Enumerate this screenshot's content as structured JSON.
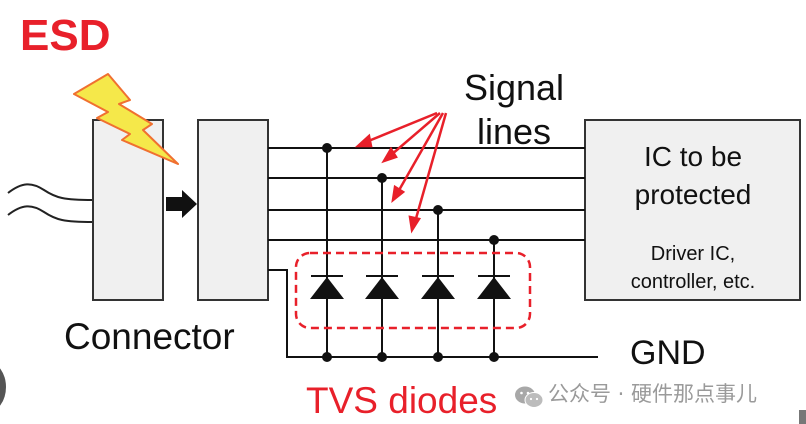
{
  "title": "ESD protection with TVS diodes",
  "labels": {
    "esd": "ESD",
    "signal_lines_line1": "Signal",
    "signal_lines_line2": "lines",
    "connector": "Connector",
    "ic_line1": "IC to be",
    "ic_line2": "protected",
    "ic_sub_line1": "Driver IC,",
    "ic_sub_line2": "controller, etc.",
    "gnd": "GND",
    "tvs": "TVS diodes"
  },
  "watermark": {
    "text": "公众号 · 硬件那点事儿",
    "icon": "wechat-icon"
  },
  "components": {
    "signal_line_count": 4,
    "diode_count": 4,
    "icons": [
      "lightning-bolt-icon",
      "arrow-right-icon",
      "cable-wave-icon"
    ]
  },
  "colors": {
    "accent_red": "#e8202a",
    "bolt_fill": "#f5e84a",
    "bolt_stroke": "#f07030",
    "box_fill": "#f0f0f0",
    "line": "#111111",
    "watermark": "#9a9a9a"
  }
}
